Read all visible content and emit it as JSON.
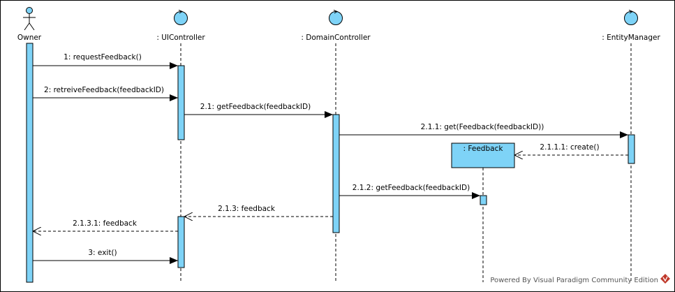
{
  "colors": {
    "fill": "#7ed3f7",
    "stroke": "#000000",
    "watermark": "#555555",
    "logo": "#c0392b"
  },
  "participants": [
    {
      "id": "owner",
      "name": "Owner",
      "kind": "actor"
    },
    {
      "id": "ui",
      "name": ": UIController",
      "kind": "control"
    },
    {
      "id": "domain",
      "name": ": DomainController",
      "kind": "control"
    },
    {
      "id": "entity",
      "name": ": EntityManager",
      "kind": "control"
    }
  ],
  "created_object": {
    "name": ": Feedback"
  },
  "messages": [
    {
      "label": "1: requestFeedback()",
      "from": "owner",
      "to": "ui",
      "type": "sync"
    },
    {
      "label": "2: retreiveFeedback(feedbackID)",
      "from": "owner",
      "to": "ui",
      "type": "sync"
    },
    {
      "label": "2.1: getFeedback(feedbackID)",
      "from": "ui",
      "to": "domain",
      "type": "sync"
    },
    {
      "label": "2.1.1: get(Feedback(feedbackID))",
      "from": "domain",
      "to": "entity",
      "type": "sync"
    },
    {
      "label": "2.1.1.1: create()",
      "from": "entity",
      "to": "feedback",
      "type": "create"
    },
    {
      "label": "2.1.2: getFeedback(feedbackID)",
      "from": "domain",
      "to": "feedback",
      "type": "sync"
    },
    {
      "label": "2.1.3: feedback",
      "from": "domain",
      "to": "ui",
      "type": "return"
    },
    {
      "label": "2.1.3.1: feedback",
      "from": "ui",
      "to": "owner",
      "type": "return"
    },
    {
      "label": "3: exit()",
      "from": "owner",
      "to": "ui",
      "type": "sync"
    }
  ],
  "watermark": "Powered By Visual Paradigm Community Edition"
}
